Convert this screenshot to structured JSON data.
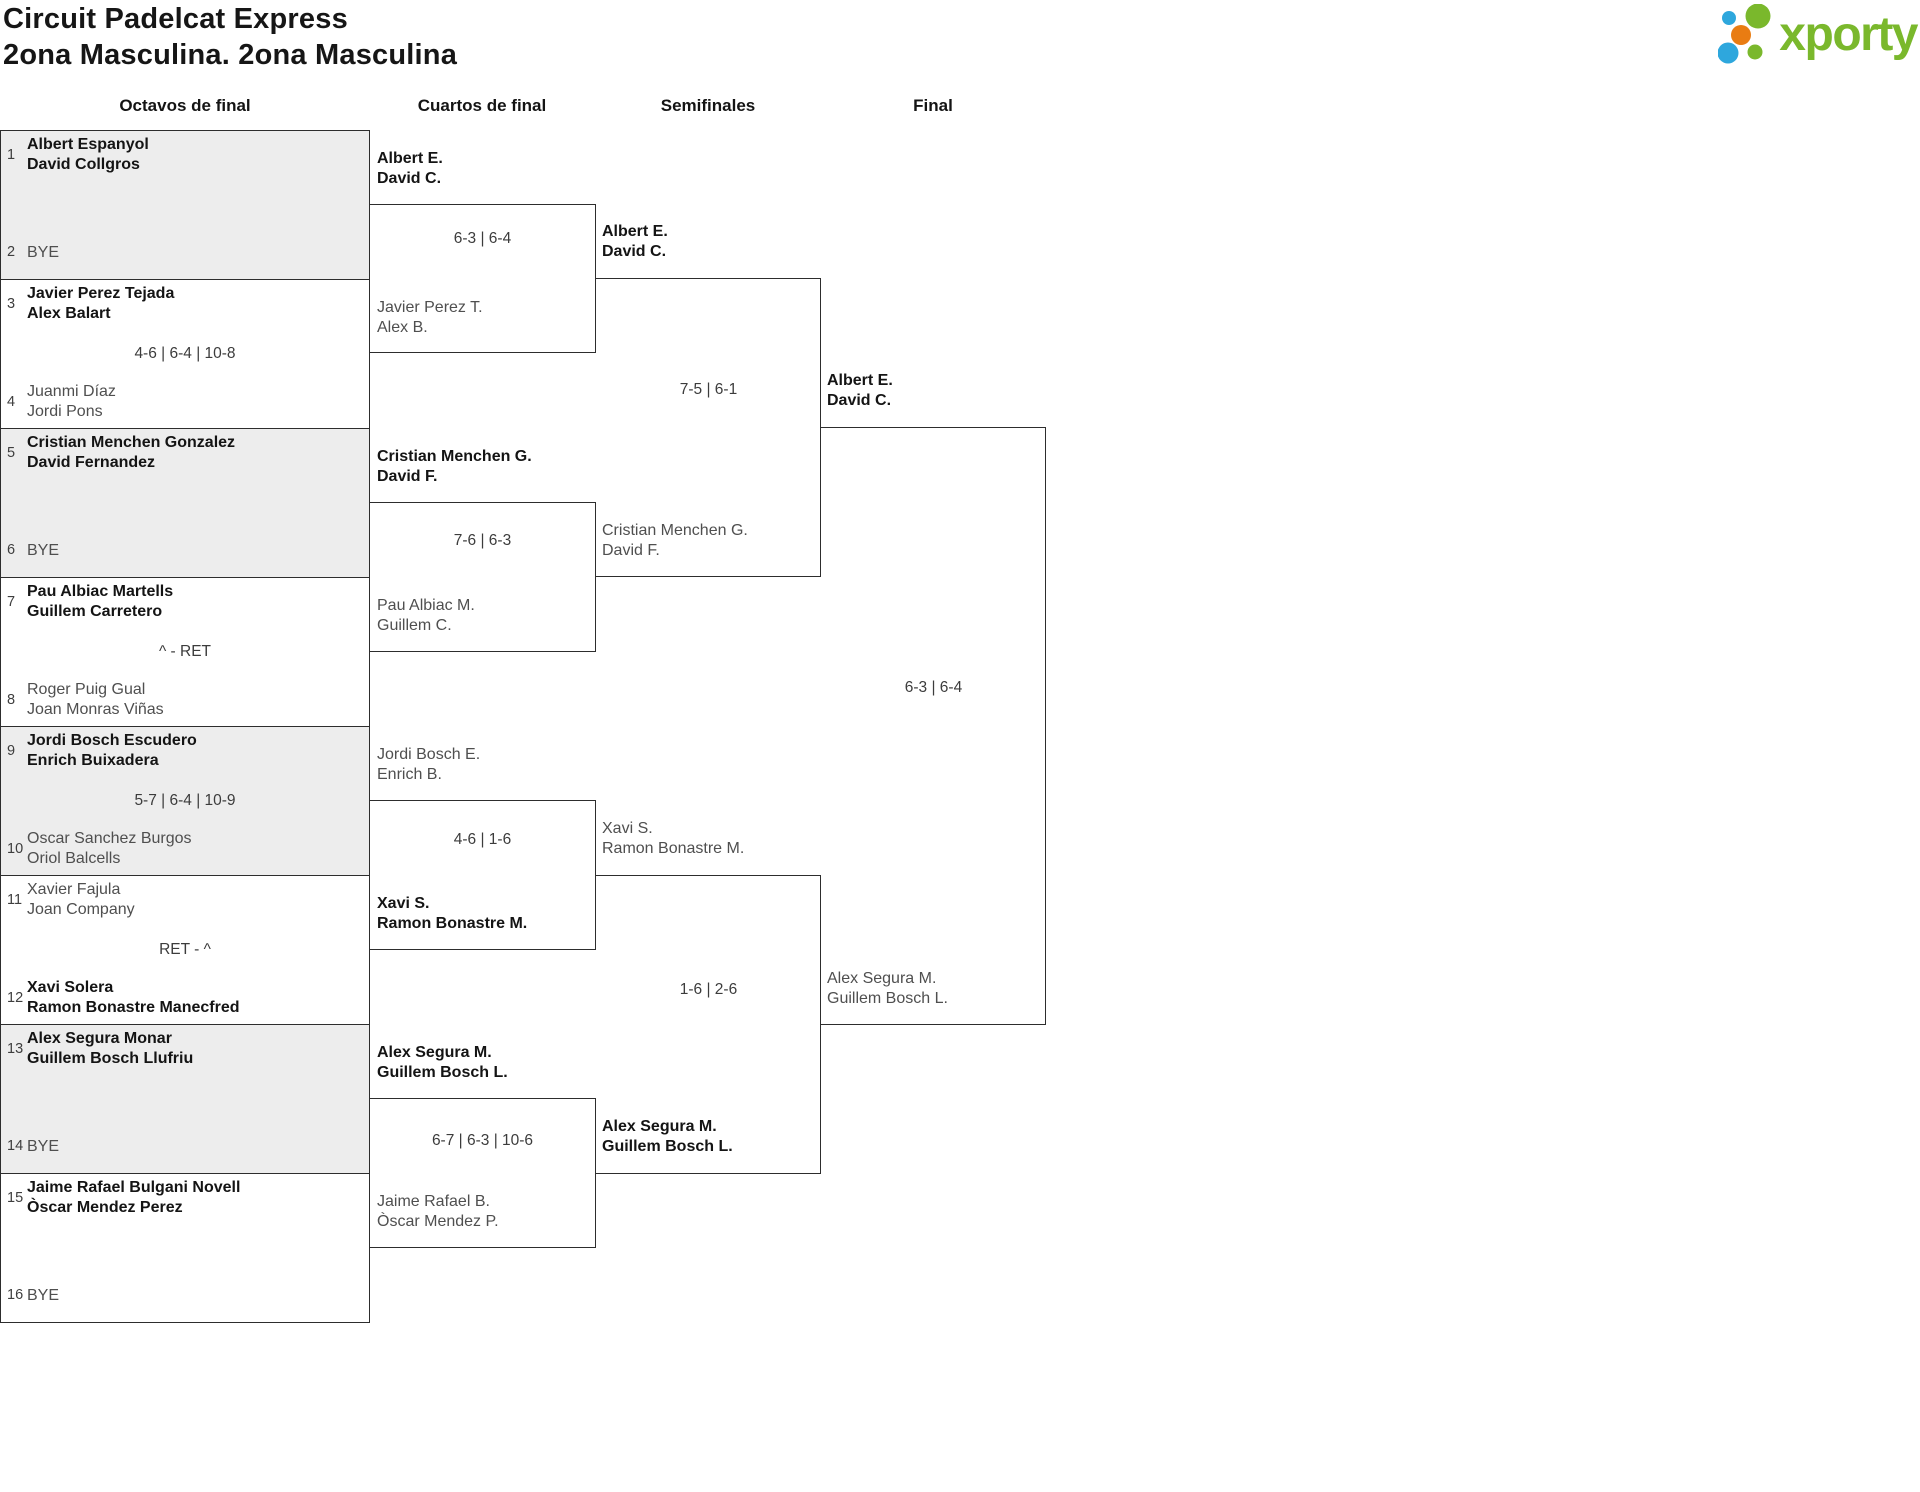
{
  "header": {
    "title": "Circuit Padelcat Express",
    "subtitle": "2ona Masculina. 2ona Masculina",
    "logo_text": "xporty"
  },
  "logo_colors": {
    "green": "#7ab82c",
    "blue": "#2ea7dd",
    "orange": "#e97c12"
  },
  "rounds": [
    "Octavos de final",
    "Cuartos de final",
    "Semifinales",
    "Final"
  ],
  "octavos": [
    {
      "seed_top": "1",
      "top": [
        "Albert Espanyol",
        "David Collgros"
      ],
      "top_winner": true,
      "seed_bottom": "2",
      "bottom": [
        "BYE"
      ],
      "bottom_winner": false,
      "score": ""
    },
    {
      "seed_top": "3",
      "top": [
        "Javier Perez Tejada",
        "Alex Balart"
      ],
      "top_winner": true,
      "seed_bottom": "4",
      "bottom": [
        "Juanmi Díaz",
        "Jordi Pons"
      ],
      "bottom_winner": false,
      "score": "4-6 | 6-4 | 10-8"
    },
    {
      "seed_top": "5",
      "top": [
        "Cristian Menchen Gonzalez",
        "David Fernandez"
      ],
      "top_winner": true,
      "seed_bottom": "6",
      "bottom": [
        "BYE"
      ],
      "bottom_winner": false,
      "score": ""
    },
    {
      "seed_top": "7",
      "top": [
        "Pau Albiac Martells",
        "Guillem Carretero"
      ],
      "top_winner": true,
      "seed_bottom": "8",
      "bottom": [
        "Roger Puig Gual",
        "Joan Monras Viñas"
      ],
      "bottom_winner": false,
      "score": "^ - RET"
    },
    {
      "seed_top": "9",
      "top": [
        "Jordi Bosch Escudero",
        "Enrich Buixadera"
      ],
      "top_winner": true,
      "seed_bottom": "10",
      "bottom": [
        "Oscar Sanchez Burgos",
        "Oriol Balcells"
      ],
      "bottom_winner": false,
      "score": "5-7 | 6-4 | 10-9"
    },
    {
      "seed_top": "11",
      "top": [
        "Xavier Fajula",
        "Joan Company"
      ],
      "top_winner": false,
      "seed_bottom": "12",
      "bottom": [
        "Xavi Solera",
        "Ramon Bonastre Manecfred"
      ],
      "bottom_winner": true,
      "score": "RET - ^"
    },
    {
      "seed_top": "13",
      "top": [
        "Alex Segura Monar",
        "Guillem Bosch Llufriu"
      ],
      "top_winner": true,
      "seed_bottom": "14",
      "bottom": [
        "BYE"
      ],
      "bottom_winner": false,
      "score": ""
    },
    {
      "seed_top": "15",
      "top": [
        "Jaime Rafael Bulgani Novell",
        "Òscar Mendez Perez"
      ],
      "top_winner": true,
      "seed_bottom": "16",
      "bottom": [
        "BYE"
      ],
      "bottom_winner": false,
      "score": ""
    }
  ],
  "cuartos": [
    {
      "top": [
        "Albert E.",
        "David C."
      ],
      "top_winner": true,
      "bottom": [
        "Javier Perez T.",
        "Alex B."
      ],
      "bottom_winner": false,
      "score": "6-3 | 6-4"
    },
    {
      "top": [
        "Cristian Menchen G.",
        "David F."
      ],
      "top_winner": true,
      "bottom": [
        "Pau Albiac M.",
        "Guillem C."
      ],
      "bottom_winner": false,
      "score": "7-6 | 6-3"
    },
    {
      "top": [
        "Jordi Bosch E.",
        "Enrich B."
      ],
      "top_winner": false,
      "bottom": [
        "Xavi S.",
        "Ramon Bonastre M."
      ],
      "bottom_winner": true,
      "score": "4-6 | 1-6"
    },
    {
      "top": [
        "Alex Segura M.",
        "Guillem Bosch L."
      ],
      "top_winner": true,
      "bottom": [
        "Jaime Rafael B.",
        "Òscar Mendez P."
      ],
      "bottom_winner": false,
      "score": "6-7 | 6-3 | 10-6"
    }
  ],
  "semifinales": [
    {
      "top": [
        "Albert E.",
        "David C."
      ],
      "top_winner": true,
      "bottom": [
        "Cristian Menchen G.",
        "David F."
      ],
      "bottom_winner": false,
      "score": "7-5 | 6-1"
    },
    {
      "top": [
        "Xavi S.",
        "Ramon Bonastre M."
      ],
      "top_winner": false,
      "bottom": [
        "Alex Segura M.",
        "Guillem Bosch L."
      ],
      "bottom_winner": true,
      "score": "1-6 | 2-6"
    }
  ],
  "final": {
    "top": [
      "Albert E.",
      "David C."
    ],
    "top_winner": true,
    "bottom": [
      "Alex Segura M.",
      "Guillem Bosch L."
    ],
    "bottom_winner": false,
    "score": "6-3 | 6-4"
  }
}
